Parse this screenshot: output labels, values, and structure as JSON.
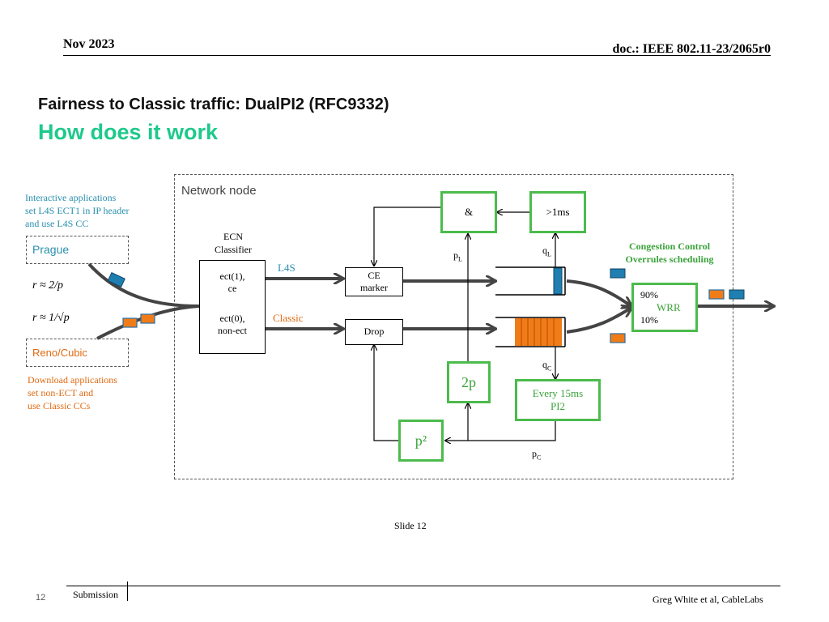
{
  "header": {
    "date": "Nov 2023",
    "doc": "doc.: IEEE 802.11-23/2065r0"
  },
  "title": {
    "line1": "Fairness to Classic traffic: DualPI2 (RFC9332)",
    "line2": "How does it work"
  },
  "left": {
    "interactive_note": [
      "Interactive applications",
      "set L4S ECT1 in IP header",
      "and use L4S CC"
    ],
    "prague_label": "Prague",
    "formula_l4s": "r ≈ 2/p",
    "formula_classic": "r ≈ 1/√p",
    "reno_label": "Reno/Cubic",
    "download_note": [
      "Download applications",
      "set non-ECT and",
      "use Classic CCs"
    ]
  },
  "node": {
    "label": "Network node",
    "ecn_classifier": [
      "ECN",
      "Classifier"
    ],
    "ect1": [
      "ect(1),",
      "ce"
    ],
    "ect0": [
      "ect(0),",
      "non-ect"
    ],
    "l4s": "L4S",
    "classic": "Classic",
    "ce_marker": [
      "CE",
      "marker"
    ],
    "drop": "Drop",
    "and_box": "&",
    "gt1ms": ">1ms",
    "pL": "p",
    "pL_sub": "L",
    "qL": "q",
    "qL_sub": "L",
    "qC": "q",
    "qC_sub": "C",
    "pC": "p",
    "pC_sub": "C",
    "two_p": "2p",
    "p_sq": "p²",
    "pi2": [
      "Every 15ms",
      "PI2"
    ],
    "congestion": [
      "Congestion Control",
      "Overrules scheduling"
    ],
    "wrr_top": "90%",
    "wrr": "WRR",
    "wrr_bottom": "10%"
  },
  "footer": {
    "slide": "Slide 12",
    "page_num": "12",
    "submission": "Submission",
    "author": "Greg White et al, CableLabs"
  },
  "colors": {
    "teal_packet": "#1f7fb0",
    "orange_packet": "#f07c18",
    "green_box": "#4cbb4c",
    "title_green": "#1ec98c"
  }
}
